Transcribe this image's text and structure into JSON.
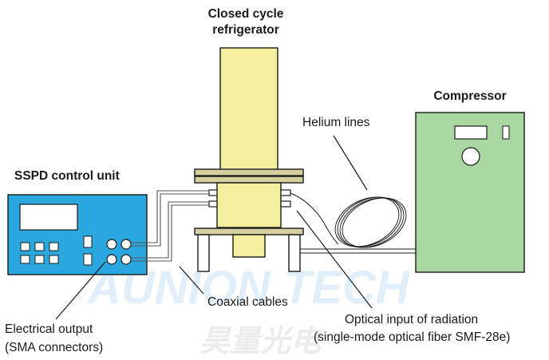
{
  "labels": {
    "refrigerator_line1": "Closed cycle",
    "refrigerator_line2": "refrigerator",
    "compressor": "Compressor",
    "helium_lines": "Helium lines",
    "sspd_control_unit": "SSPD control unit",
    "coaxial_cables": "Coaxial cables",
    "electrical_output_line1": "Electrical output",
    "electrical_output_line2": "(SMA connectors)",
    "optical_input_line1": "Optical input of radiation",
    "optical_input_line2": "(single-mode optical fiber SMF-28e)"
  },
  "watermark": {
    "text": "AUNION TECH",
    "chinese": "昊量光电"
  },
  "colors": {
    "refrigerator": "#f3ef9f",
    "compressor": "#a9d7a0",
    "control_unit": "#2ba7e0",
    "outline": "#1a1a1a",
    "plate": "#d6d0a0"
  }
}
